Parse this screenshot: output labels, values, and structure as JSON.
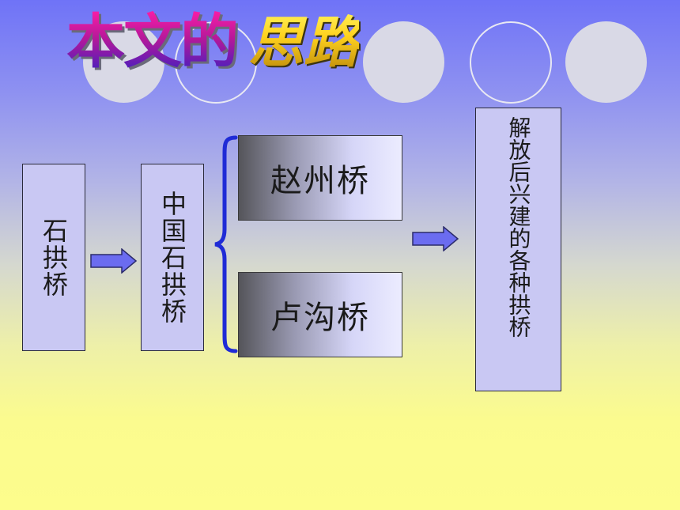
{
  "title": {
    "part1": "本文的",
    "part2": "思路"
  },
  "boxes": {
    "stone_arch": "石拱桥",
    "china_stone_arch": "中国石拱桥",
    "zhaozhou": "赵州桥",
    "lugou": "卢沟桥",
    "post_liberation": "解放后兴建的各种拱桥"
  },
  "colors": {
    "box_fill": "#c9c8f3",
    "arrow_fill": "#6b6cf0",
    "brace": "#1f2bd6"
  }
}
